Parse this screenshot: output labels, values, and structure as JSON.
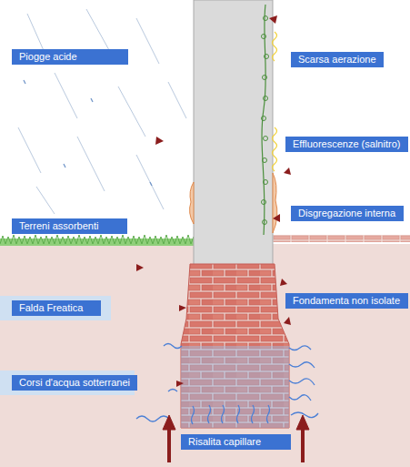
{
  "diagram": {
    "nodes": [
      {
        "text": [
          "Piogge acide"
        ]
      },
      {
        "text": [
          "Scarsa aerazione"
        ]
      },
      {
        "text": [
          "Effluorescenze (salnitro)"
        ]
      },
      {
        "text": [
          "Disgregazione interna"
        ]
      },
      {
        "text": [
          "Terreni assorbenti"
        ]
      },
      {
        "text": [
          "Fondamenta non isolate"
        ]
      },
      {
        "text": [
          "Falda Freatica"
        ]
      },
      {
        "text": [
          "Corsi d'acqua sotterranei"
        ]
      },
      {
        "text": [
          "Risalita capillare"
        ]
      }
    ]
  }
}
